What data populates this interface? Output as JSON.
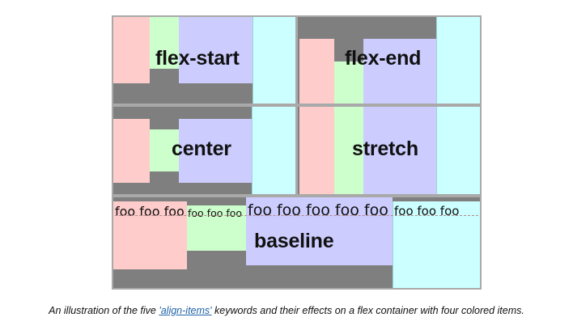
{
  "diagram": {
    "panels": [
      {
        "key": "flex_start",
        "label": "flex-start"
      },
      {
        "key": "flex_end",
        "label": "flex-end"
      },
      {
        "key": "center",
        "label": "center"
      },
      {
        "key": "stretch",
        "label": "stretch"
      },
      {
        "key": "baseline",
        "label": "baseline"
      }
    ],
    "baseline_texts": [
      "foo foo foo",
      "foo foo foo",
      "foo foo foo foo foo",
      "foo foo foo"
    ],
    "colors": {
      "container": "#7f7f7f",
      "item1": "#ffcccc",
      "item2": "#ccffcc",
      "item3": "#ccccff",
      "item4": "#ccffff"
    }
  },
  "caption": {
    "prefix": "An illustration of the five ",
    "code": "'align-items'",
    "suffix": " keywords and their effects on a flex container with four colored items."
  }
}
